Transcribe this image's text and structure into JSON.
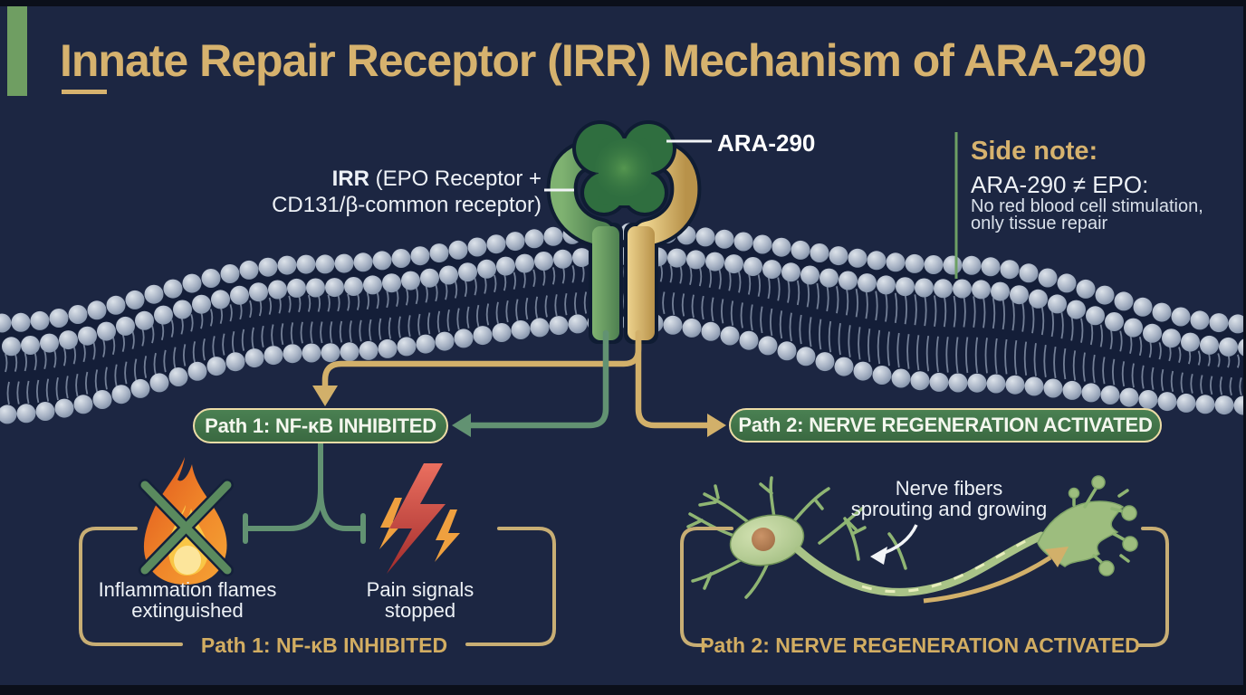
{
  "title": {
    "text": "Innate Repair Receptor (IRR) Mechanism of ARA-290"
  },
  "receptor": {
    "ligand_label": "ARA-290",
    "irr_bold": "IRR",
    "irr_rest": " (EPO Receptor +",
    "irr_line2": "CD131/β-common receptor)"
  },
  "side_note": {
    "heading": "Side note:",
    "line1": "ARA-290 ≠ EPO:",
    "line2": "No red blood cell stimulation,",
    "line3": "only tissue repair"
  },
  "path1": {
    "box_label": "Path 1: NF-κB INHIBITED",
    "flame_caption_line1": "Inflammation flames",
    "flame_caption_line2": "extinguished",
    "pain_caption_line1": "Pain signals",
    "pain_caption_line2": "stopped",
    "bottom_label": "Path 1: NF-κB INHIBITED"
  },
  "path2": {
    "box_label": "Path 2: NERVE REGENERATION ACTIVATED",
    "nerve_caption_line1": "Nerve fibers",
    "nerve_caption_line2": "sprouting and growing",
    "bottom_label": "Path 2: NERVE REGENERATION ACTIVATED"
  },
  "colors": {
    "bg": "#1c2642",
    "gold": "#d6b26e",
    "gold-line": "#c8ae74",
    "green-accent": "#6f9e62",
    "green-line": "#629272",
    "box-green": "#41754a",
    "box-border": "#ecdca6",
    "text-light": "#edf1f6"
  }
}
